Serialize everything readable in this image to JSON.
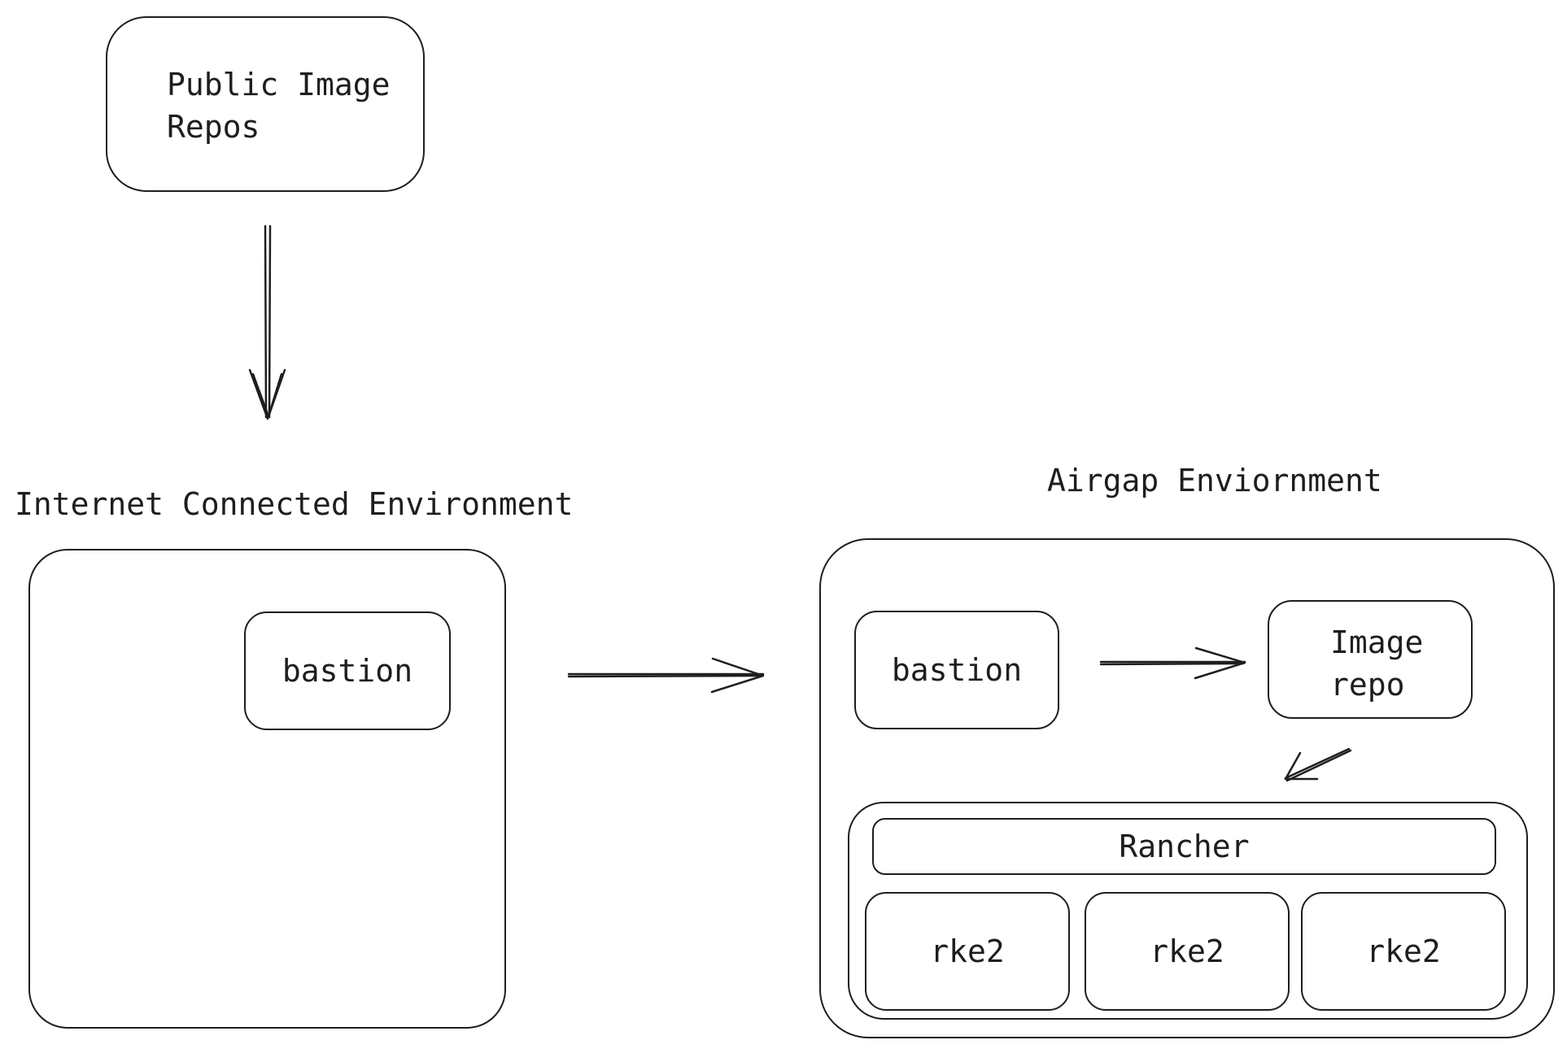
{
  "public_repos": {
    "line1": "Public Image",
    "line2": "Repos"
  },
  "internet_env": {
    "title": "Internet Connected Environment",
    "bastion": "bastion"
  },
  "airgap_env": {
    "title": "Airgap Enviornment",
    "bastion": "bastion",
    "image_repo": {
      "line1": "Image",
      "line2": "repo"
    },
    "rancher": "Rancher",
    "nodes": [
      "rke2",
      "rke2",
      "rke2"
    ]
  },
  "colors": {
    "stroke": "#1e1e1e",
    "background": "#ffffff"
  }
}
